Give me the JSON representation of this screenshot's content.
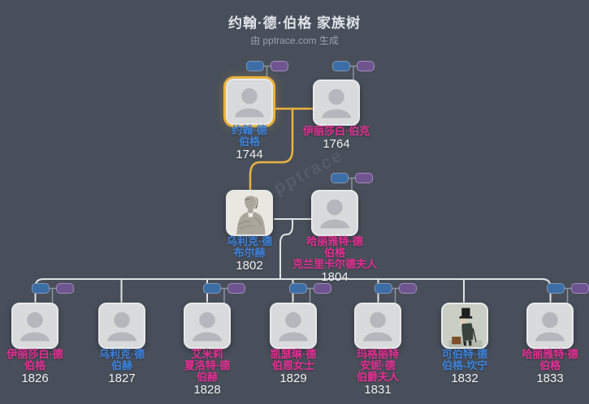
{
  "header": {
    "title": "约翰·德·伯格 家族树",
    "subtitle": "由 pptrace.com 生成",
    "watermark": "pptrace"
  },
  "colors": {
    "background": "#484f5a",
    "male_name": "#3c82dd",
    "female_name": "#e72d93",
    "year_text": "#f3f4f6",
    "highlight_border": "#eab33f",
    "lineage_line": "#eab33f",
    "family_line": "#dfe3e7",
    "tag_blue": "#3d6da5",
    "tag_purple": "#6f5590"
  },
  "people": [
    {
      "name": "约翰·德\n伯格",
      "year": "1744",
      "gender": "male",
      "highlighted": true,
      "has_parent_tags": true
    },
    {
      "name": "伊丽莎白·伯克",
      "year": "1764",
      "gender": "female",
      "has_parent_tags": true
    },
    {
      "name": "乌利克·德\n布尔赫",
      "year": "1802",
      "gender": "male",
      "photo": "portrait-sketch"
    },
    {
      "name": "哈丽雅特·德\n伯格\n克兰里卡尔德夫人",
      "year": "1804",
      "gender": "female",
      "has_parent_tags": true
    },
    {
      "name": "伊丽莎白·德\n伯格",
      "year": "1826",
      "gender": "female",
      "has_parent_tags": true
    },
    {
      "name": "乌利克·德\n伯赫",
      "year": "1827",
      "gender": "male"
    },
    {
      "name": "艾米莉\n夏洛特·德\n伯赫",
      "year": "1828",
      "gender": "female",
      "has_parent_tags": true
    },
    {
      "name": "凯瑟琳·德\n伯恩女士",
      "year": "1829",
      "gender": "female",
      "has_parent_tags": true
    },
    {
      "name": "玛格丽特\n安妮·德\n伯爵夫人",
      "year": "1831",
      "gender": "female",
      "has_parent_tags": true
    },
    {
      "name": "可伯特·德\n伯格-坎宁",
      "year": "1832",
      "gender": "male",
      "photo": "caricature"
    },
    {
      "name": "哈丽雅特·德\n伯格",
      "year": "1833",
      "gender": "female",
      "has_parent_tags": true
    }
  ]
}
